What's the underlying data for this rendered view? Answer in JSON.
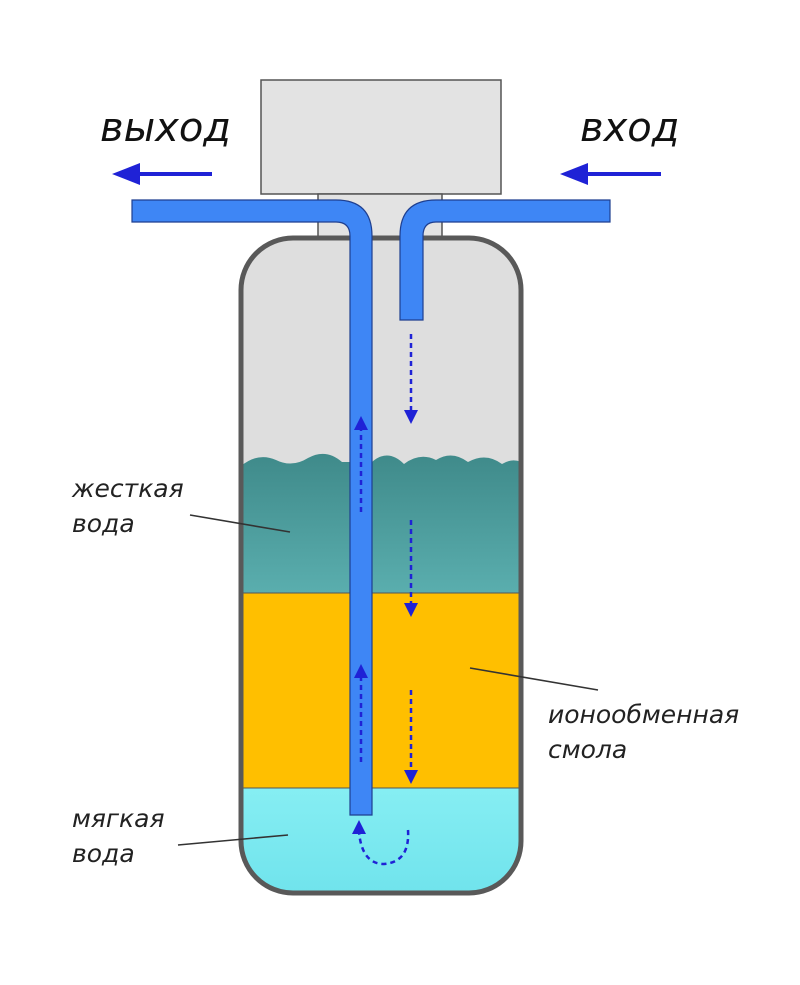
{
  "labels": {
    "outlet": "выход",
    "inlet": "вход",
    "hard_water_line1": "жесткая",
    "hard_water_line2": "вода",
    "resin_line1": "ионообменная",
    "resin_line2": "смола",
    "soft_water_line1": "мягкая",
    "soft_water_line2": "вода"
  },
  "colors": {
    "pipe": "#3e86f5",
    "flow_arrow": "#1f22d6",
    "tank_outline": "#595959",
    "air": "#dedede",
    "hard_water": "#4e9c9c",
    "resin": "#ffbf00",
    "soft_water": "#7fecf2",
    "valve_head": "#e3e3e3"
  },
  "icons": [
    "arrow-left-icon",
    "flow-down-arrow-icon",
    "flow-up-arrow-icon",
    "flow-u-turn-arrow-icon"
  ]
}
